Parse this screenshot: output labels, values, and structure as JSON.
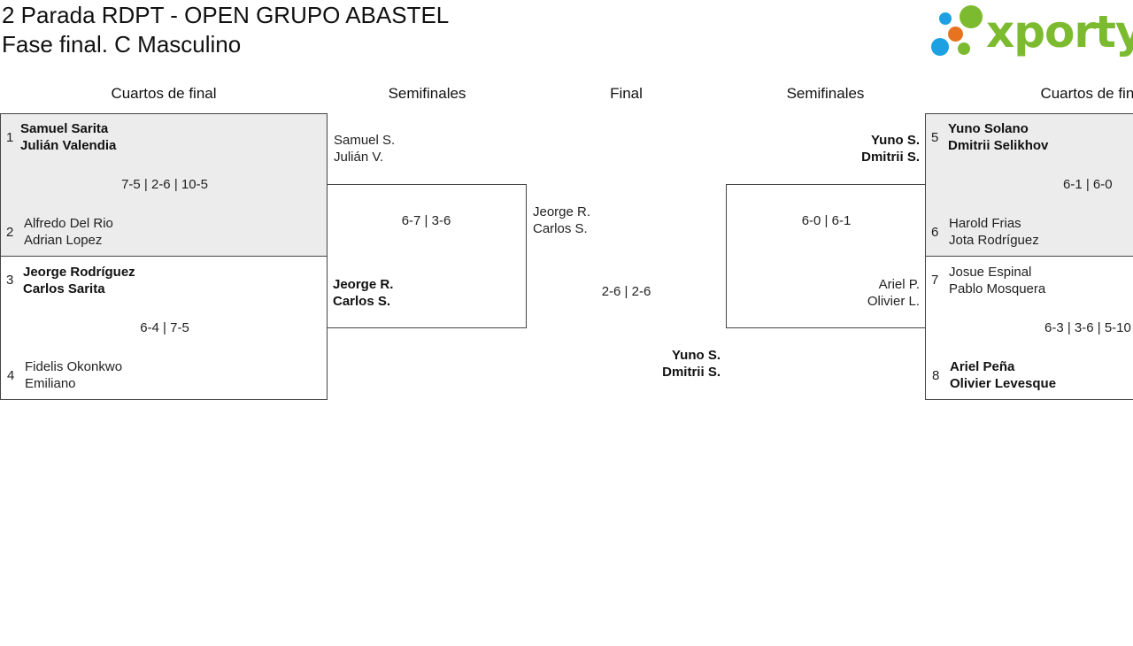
{
  "header": {
    "title_line1": "2 Parada RDPT - OPEN GRUPO ABASTEL",
    "title_line2": "Fase final. C Masculino"
  },
  "logo": {
    "word": "xporty",
    "colors": {
      "blue": "#1da1e2",
      "orange": "#e8731e",
      "green": "#7cbb2f"
    }
  },
  "rounds": {
    "left_quarters": "Cuartos de final",
    "left_semis": "Semifinales",
    "final": "Final",
    "right_semis": "Semifinales",
    "right_quarters": "Cuartos de final"
  },
  "quarters": {
    "m1": {
      "top": {
        "seed": "1",
        "p1": "Samuel Sarita",
        "p2": "Julián Valendia"
      },
      "score": "7-5 | 2-6 | 10-5",
      "bottom": {
        "seed": "2",
        "p1": "Alfredo Del Rio",
        "p2": "Adrian Lopez"
      }
    },
    "m2": {
      "top": {
        "seed": "3",
        "p1": "Jeorge Rodríguez",
        "p2": "Carlos Sarita"
      },
      "score": "6-4 | 7-5",
      "bottom": {
        "seed": "4",
        "p1": "Fidelis Okonkwo",
        "p2": "Emiliano"
      }
    },
    "m3": {
      "top": {
        "seed": "5",
        "p1": "Yuno Solano",
        "p2": "Dmitrii Selikhov"
      },
      "score": "6-1 | 6-0",
      "bottom": {
        "seed": "6",
        "p1": "Harold Frias",
        "p2": "Jota Rodríguez"
      }
    },
    "m4": {
      "top": {
        "seed": "7",
        "p1": "Josue Espinal",
        "p2": "Pablo Mosquera"
      },
      "score": "6-3 | 3-6 | 5-10",
      "bottom": {
        "seed": "8",
        "p1": "Ariel Peña",
        "p2": "Olivier Levesque"
      }
    }
  },
  "semis": {
    "left": {
      "top": {
        "p1": "Samuel S.",
        "p2": "Julián V."
      },
      "score": "6-7 | 3-6",
      "bottom": {
        "p1": "Jeorge R.",
        "p2": "Carlos S."
      }
    },
    "right": {
      "top": {
        "p1": "Yuno S.",
        "p2": "Dmitrii S."
      },
      "score": "6-0 | 6-1",
      "bottom": {
        "p1": "Ariel P.",
        "p2": "Olivier L."
      }
    }
  },
  "final": {
    "top": {
      "p1": "Jeorge R.",
      "p2": "Carlos S."
    },
    "score": "2-6 | 2-6",
    "bottom": {
      "p1": "Yuno S.",
      "p2": "Dmitrii S."
    }
  }
}
